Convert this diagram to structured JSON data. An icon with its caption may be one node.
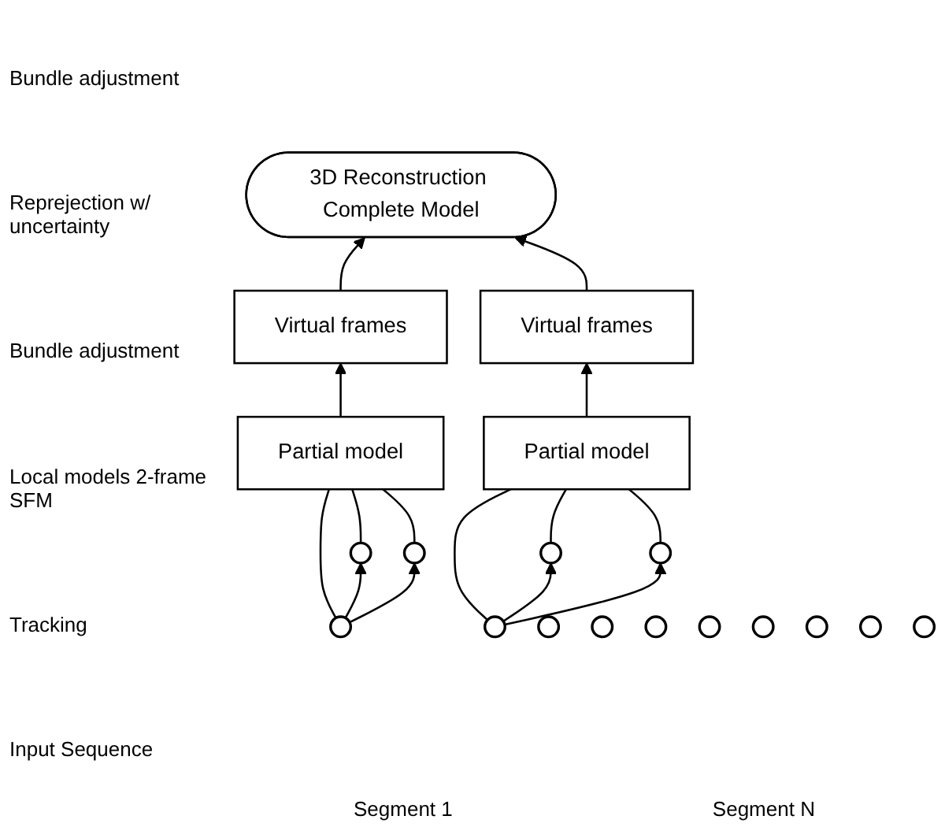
{
  "diagram": {
    "nodes": [
      {
        "text": [
          "3D Reconstruction Complete Model"
        ]
      },
      {
        "text": [
          "Virtual frames"
        ]
      },
      {
        "text": [
          "Virtual frames"
        ]
      },
      {
        "text": [
          "Partial model"
        ]
      },
      {
        "text": [
          "Partial model"
        ]
      },
      {
        "text": [],
        "shape": "circle"
      },
      {
        "text": [],
        "shape": "circle"
      },
      {
        "text": [],
        "shape": "circle"
      },
      {
        "text": [],
        "shape": "circle"
      },
      {
        "text": [],
        "shape": "circle"
      },
      {
        "text": [],
        "shape": "circle"
      },
      {
        "text": [],
        "shape": "circle"
      },
      {
        "text": [],
        "shape": "circle"
      },
      {
        "text": [],
        "shape": "circle"
      },
      {
        "text": [],
        "shape": "circle"
      },
      {
        "text": [],
        "shape": "circle"
      },
      {
        "text": [],
        "shape": "circle"
      },
      {
        "text": [],
        "shape": "circle"
      },
      {
        "text": [],
        "shape": "circle"
      }
    ],
    "edges": [
      {
        "from": 1,
        "to": 0,
        "arrow": "to"
      },
      {
        "from": 2,
        "to": 0,
        "arrow": "to"
      },
      {
        "from": 3,
        "to": 1,
        "arrow": "to"
      },
      {
        "from": 4,
        "to": 2,
        "arrow": "to"
      },
      {
        "from": 5,
        "to": 3,
        "arrow": "none"
      },
      {
        "from": 6,
        "to": 3,
        "arrow": "none"
      },
      {
        "from": 7,
        "to": 3,
        "arrow": "none"
      },
      {
        "from": 8,
        "to": 4,
        "arrow": "none"
      },
      {
        "from": 9,
        "to": 4,
        "arrow": "none"
      },
      {
        "from": 10,
        "to": 4,
        "arrow": "none"
      },
      {
        "from": 5,
        "to": 6,
        "arrow": "to"
      },
      {
        "from": 5,
        "to": 7,
        "arrow": "to"
      },
      {
        "from": 8,
        "to": 9,
        "arrow": "to"
      },
      {
        "from": 8,
        "to": 10,
        "arrow": "to"
      }
    ],
    "labels": [
      "Bundle adjustment",
      "Reprejection w/ uncertainty",
      "Bundle adjustment",
      "Local models 2-frame SFM",
      "Tracking",
      "Segment 1",
      "Segment N",
      "Input Sequence"
    ]
  }
}
